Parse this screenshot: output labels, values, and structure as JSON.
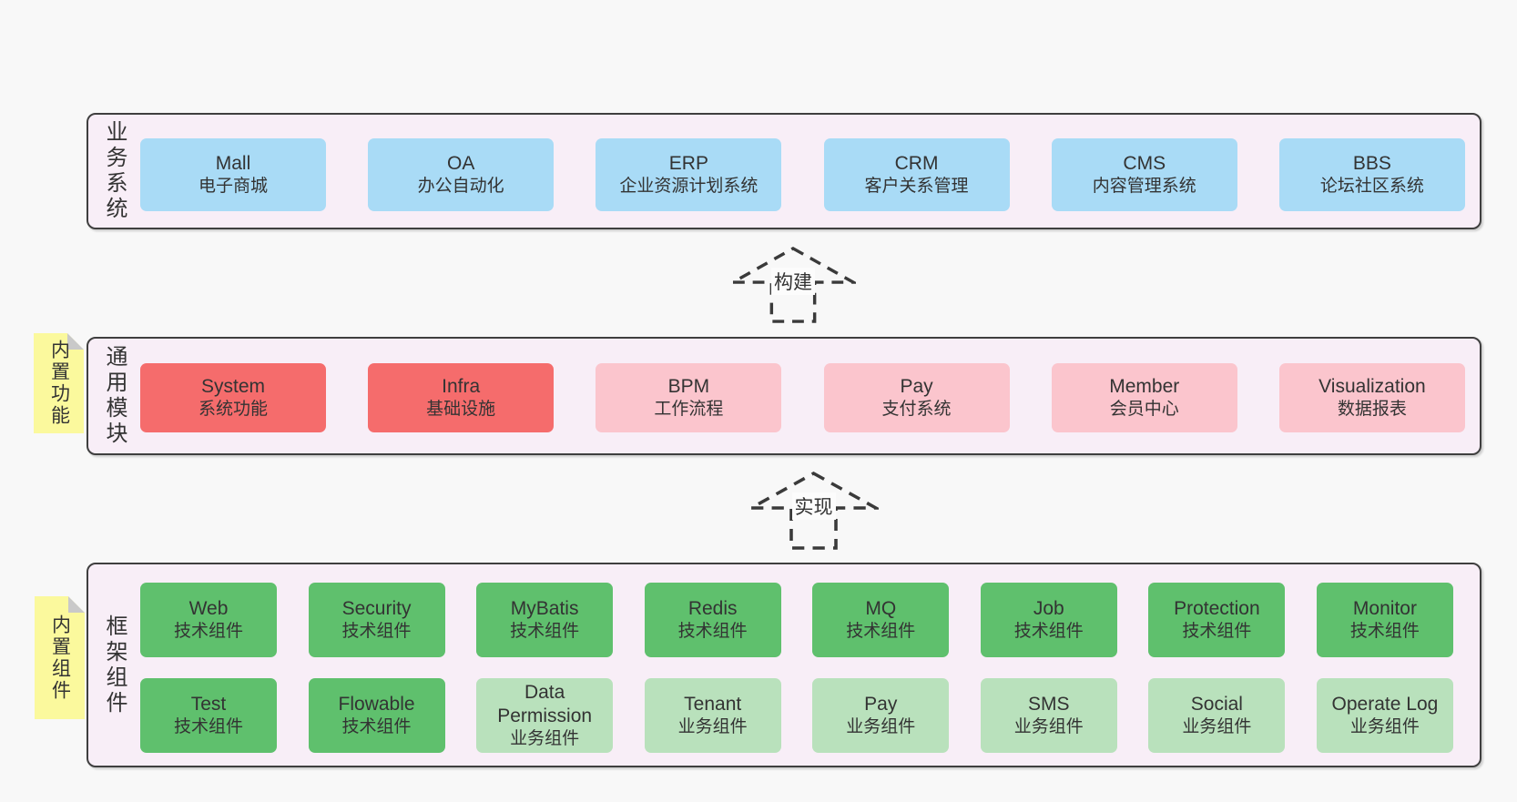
{
  "colors": {
    "background": "#f8f8f8",
    "band_fill": "#f8eef7",
    "band_border": "#3f3f3f",
    "box_blue": "#a9dbf6",
    "box_red": "#f56c6c",
    "box_pink": "#fbc5cd",
    "box_green": "#5fc06d",
    "box_lightgreen": "#b9e1bc",
    "note_yellow": "#fbf99d",
    "note_fold_gray": "#c9c9c9",
    "text": "#333333"
  },
  "bands": [
    {
      "label": "业务系统",
      "boxes": [
        {
          "name": "Mall",
          "desc": "电子商城",
          "variant": "blue"
        },
        {
          "name": "OA",
          "desc": "办公自动化",
          "variant": "blue"
        },
        {
          "name": "ERP",
          "desc": "企业资源计划系统",
          "variant": "blue"
        },
        {
          "name": "CRM",
          "desc": "客户关系管理",
          "variant": "blue"
        },
        {
          "name": "CMS",
          "desc": "内容管理系统",
          "variant": "blue"
        },
        {
          "name": "BBS",
          "desc": "论坛社区系统",
          "variant": "blue"
        }
      ]
    },
    {
      "label": "通用模块",
      "note": "内置功能",
      "boxes": [
        {
          "name": "System",
          "desc": "系统功能",
          "variant": "red"
        },
        {
          "name": "Infra",
          "desc": "基础设施",
          "variant": "red"
        },
        {
          "name": "BPM",
          "desc": "工作流程",
          "variant": "pink"
        },
        {
          "name": "Pay",
          "desc": "支付系统",
          "variant": "pink"
        },
        {
          "name": "Member",
          "desc": "会员中心",
          "variant": "pink"
        },
        {
          "name": "Visualization",
          "desc": "数据报表",
          "variant": "pink"
        }
      ]
    },
    {
      "label": "框架组件",
      "note": "内置组件",
      "rows": [
        [
          {
            "name": "Web",
            "desc": "技术组件",
            "variant": "green"
          },
          {
            "name": "Security",
            "desc": "技术组件",
            "variant": "green"
          },
          {
            "name": "MyBatis",
            "desc": "技术组件",
            "variant": "green"
          },
          {
            "name": "Redis",
            "desc": "技术组件",
            "variant": "green"
          },
          {
            "name": "MQ",
            "desc": "技术组件",
            "variant": "green"
          },
          {
            "name": "Job",
            "desc": "技术组件",
            "variant": "green"
          },
          {
            "name": "Protection",
            "desc": "技术组件",
            "variant": "green"
          },
          {
            "name": "Monitor",
            "desc": "技术组件",
            "variant": "green"
          }
        ],
        [
          {
            "name": "Test",
            "desc": "技术组件",
            "variant": "green"
          },
          {
            "name": "Flowable",
            "desc": "技术组件",
            "variant": "green"
          },
          {
            "name": "Data Permission",
            "desc": "业务组件",
            "variant": "lightgreen"
          },
          {
            "name": "Tenant",
            "desc": "业务组件",
            "variant": "lightgreen"
          },
          {
            "name": "Pay",
            "desc": "业务组件",
            "variant": "lightgreen"
          },
          {
            "name": "SMS",
            "desc": "业务组件",
            "variant": "lightgreen"
          },
          {
            "name": "Social",
            "desc": "业务组件",
            "variant": "lightgreen"
          },
          {
            "name": "Operate Log",
            "desc": "业务组件",
            "variant": "lightgreen"
          }
        ]
      ]
    }
  ],
  "arrows": [
    {
      "label": "构建"
    },
    {
      "label": "实现"
    }
  ]
}
